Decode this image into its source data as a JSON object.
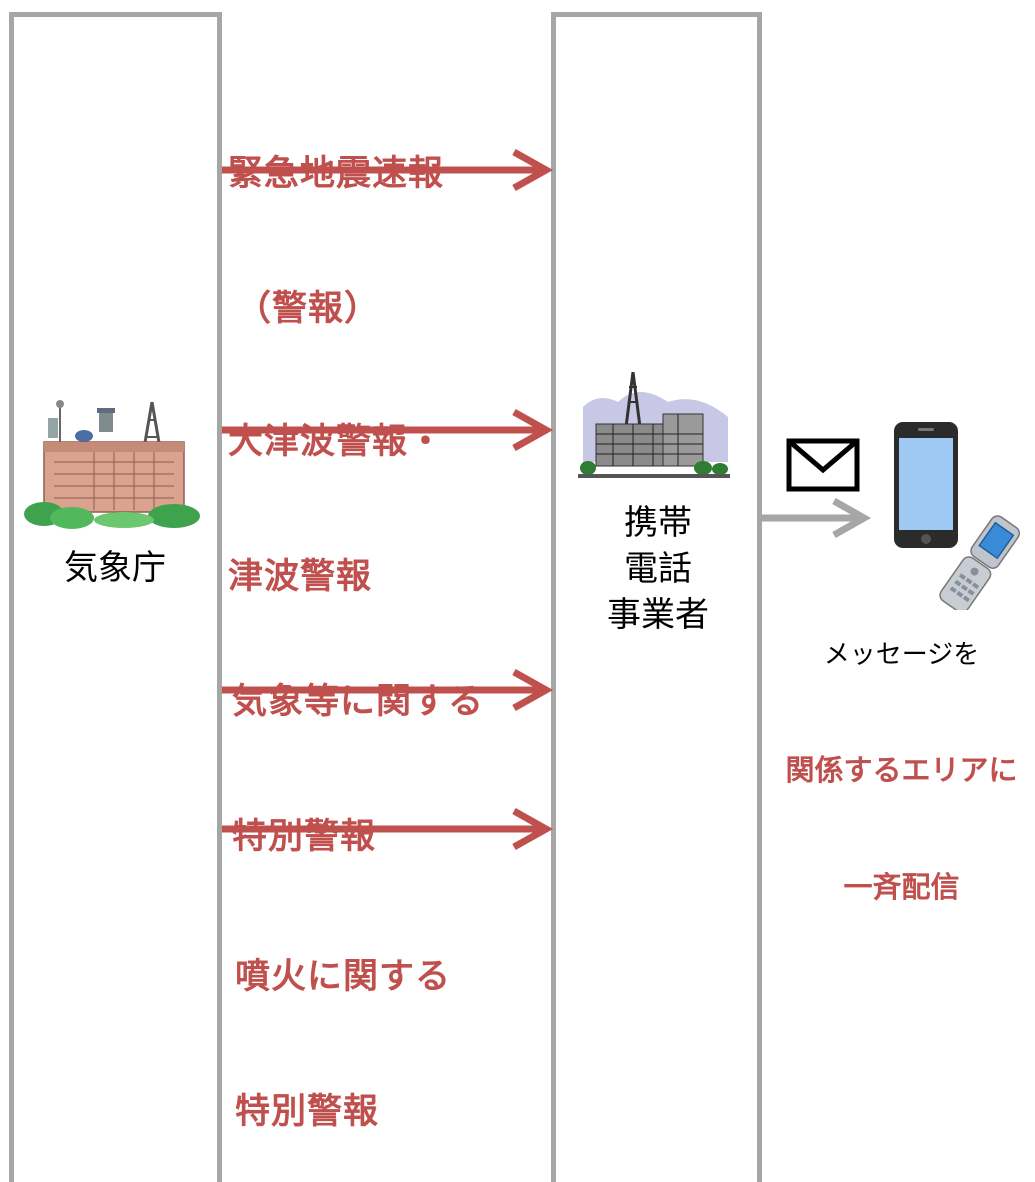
{
  "source": {
    "label": "気象庁"
  },
  "operator": {
    "label_lines": [
      "携帯",
      "電話",
      "事業者"
    ]
  },
  "alerts": [
    {
      "line1": "緊急地震速報",
      "line2": "（警報）"
    },
    {
      "line1": "大津波警報・",
      "line2": "津波警報"
    },
    {
      "line1": "気象等に関する",
      "line2": "特別警報"
    },
    {
      "line1": "噴火に関する",
      "line2": "特別警報"
    }
  ],
  "delivery": {
    "line1": "メッセージを",
    "line2": "関係するエリアに",
    "line3": "一斉配信"
  },
  "icons": {
    "source": "government-building-icon",
    "operator": "telecom-building-icon",
    "message": "envelope-icon",
    "smartphone": "smartphone-icon",
    "flip_phone": "flip-phone-icon"
  },
  "colors": {
    "accent": "#c0504d",
    "column_border": "#a6a6a6",
    "delivery_arrow": "#a6a6a6"
  }
}
